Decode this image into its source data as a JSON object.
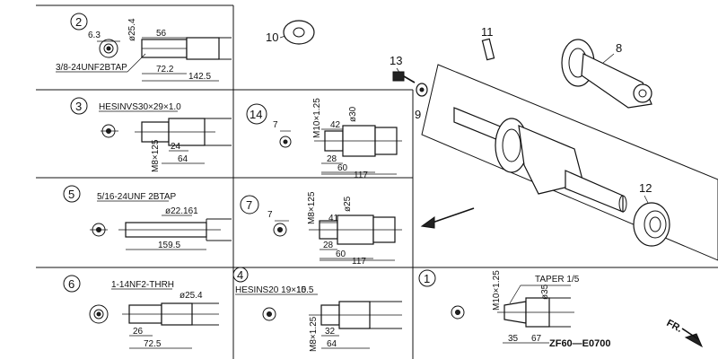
{
  "panels": {
    "p2": {
      "num": "2",
      "thread": "3/8-24UNF2BTAP",
      "d1": "6.3",
      "d2": "ø25.4",
      "d3": "56",
      "d4": "72.2",
      "d5": "142.5"
    },
    "p3": {
      "num": "3",
      "thread": "HESINVS30×29×1.0",
      "d1": "M8×125",
      "d2": "24",
      "d3": "64"
    },
    "p14": {
      "num": "14",
      "d1": "7",
      "d2": "M10×1.25",
      "d3": "42",
      "d4": "ø30",
      "d5": "28",
      "d6": "60",
      "d7": "117"
    },
    "p5": {
      "num": "5",
      "thread": "5/16-24UNF 2BTAP",
      "d1": "ø22.161",
      "d2": "159.5"
    },
    "p7": {
      "num": "7",
      "d1": "7",
      "d2": "M8×125",
      "d3": "41",
      "d4": "ø25",
      "d5": "28",
      "d6": "60",
      "d7": "117"
    },
    "p6": {
      "num": "6",
      "thread": "1-14NF2-THRH",
      "d1": "ø25.4",
      "d2": "26",
      "d3": "72.5"
    },
    "p4": {
      "num": "4",
      "thread": "HESINS20 19×10",
      "d1": "15.5",
      "d2": "M8×1.25",
      "d3": "32",
      "d4": "64"
    },
    "p1": {
      "num": "1",
      "taper": "TAPER 1/5",
      "d1": "M10×1.25",
      "d2": "ø35",
      "d3": "35",
      "d4": "67"
    }
  },
  "callouts": {
    "c10": "10",
    "c11": "11",
    "c8": "8",
    "c13": "13",
    "c9": "9",
    "c12": "12"
  },
  "footer": {
    "fr": "FR.",
    "code": "ZF60—E0700"
  }
}
